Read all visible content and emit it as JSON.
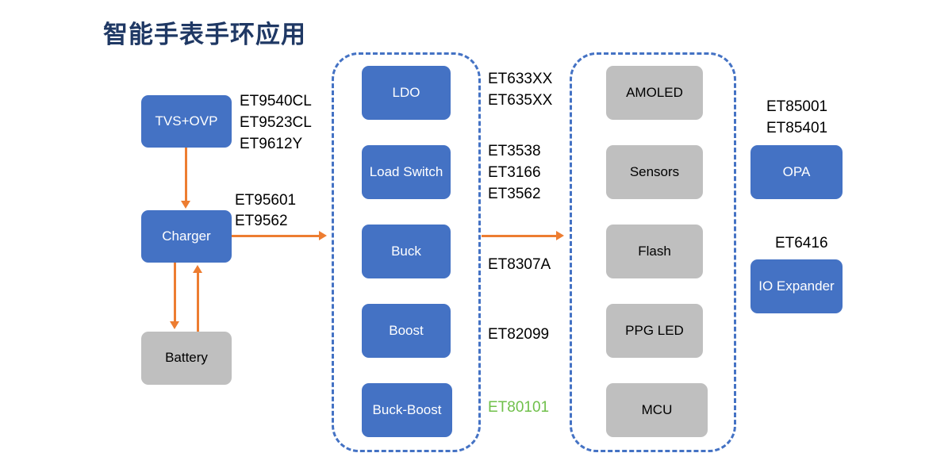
{
  "page": {
    "title": "智能手表手环应用",
    "title_color": "#1F3864",
    "background": "#ffffff"
  },
  "colors": {
    "block_blue": "#4472C4",
    "block_gray": "#BFBFBF",
    "arrow_orange": "#ED7D31",
    "group_border_blue": "#4472C4",
    "highlight_green": "#70C04B",
    "label_black": "#000000"
  },
  "power_input_chain": {
    "blocks": [
      {
        "label": "TVS+OVP",
        "style": "blue"
      },
      {
        "label": "Charger",
        "style": "blue"
      },
      {
        "label": "Battery",
        "style": "gray"
      }
    ],
    "labels": [
      {
        "text": "ET9540CL"
      },
      {
        "text": "ET9523CL"
      },
      {
        "text": "ET9612Y"
      },
      {
        "text": "ET95601"
      },
      {
        "text": "ET9562"
      }
    ]
  },
  "power_management_group": {
    "blocks": [
      {
        "label": "LDO",
        "style": "blue"
      },
      {
        "label": "Load Switch",
        "style": "blue"
      },
      {
        "label": "Buck",
        "style": "blue"
      },
      {
        "label": "Boost",
        "style": "blue"
      },
      {
        "label": "Buck-Boost",
        "style": "blue"
      }
    ]
  },
  "power_management_labels": [
    {
      "text": "ET633XX",
      "color": "black"
    },
    {
      "text": "ET635XX",
      "color": "black"
    },
    {
      "text": "ET3538",
      "color": "black"
    },
    {
      "text": "ET3166",
      "color": "black"
    },
    {
      "text": "ET3562",
      "color": "black"
    },
    {
      "text": "ET8307A",
      "color": "black"
    },
    {
      "text": "ET82099",
      "color": "black"
    },
    {
      "text": "ET80101",
      "color": "green"
    }
  ],
  "system_group": {
    "blocks": [
      {
        "label": "AMOLED",
        "style": "gray"
      },
      {
        "label": "Sensors",
        "style": "gray"
      },
      {
        "label": "Flash",
        "style": "gray"
      },
      {
        "label": "PPG LED",
        "style": "gray"
      },
      {
        "label": "MCU",
        "style": "gray"
      }
    ]
  },
  "peripherals": {
    "opa": {
      "labels": [
        "ET85001",
        "ET85401"
      ],
      "block": {
        "label": "OPA",
        "style": "blue"
      }
    },
    "io_expander": {
      "labels": [
        "ET6416"
      ],
      "block": {
        "label": "IO Expander",
        "style": "blue"
      }
    }
  }
}
